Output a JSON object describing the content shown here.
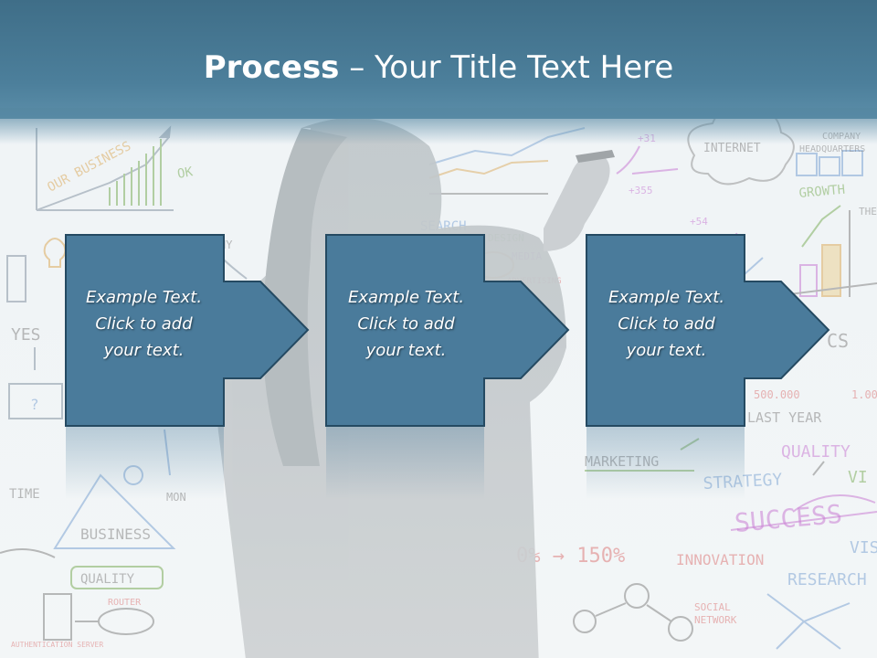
{
  "slide": {
    "title_bold": "Process",
    "title_rest": " – Your Title Text Here"
  },
  "steps": [
    {
      "line1": "Example Text.",
      "line2": "Click  to add",
      "line3": "your text."
    },
    {
      "line1": "Example Text.",
      "line2": "Click  to add",
      "line3": "your text."
    },
    {
      "line1": "Example Text.",
      "line2": "Click  to add",
      "line3": "your text."
    }
  ],
  "whiteboard": {
    "words": [
      "OUR BUSINESS",
      "OK",
      "INTERNET",
      "COMPANY HEADQUARTERS",
      "GROWTH",
      "+31",
      "+355",
      "+54",
      "SEARCH",
      "DESIGN",
      "MEDIA",
      "ADVERTISING",
      "YES",
      "?",
      "TIME",
      "BUSINESS",
      "QUALITY",
      "ROUTER",
      "AUTHENTICATION SERVER",
      "MARKETING",
      "STRATEGY",
      "VISION",
      "SUCCESS",
      "QUALITY",
      "INNOVATION",
      "RESEARCH",
      "SOCIAL NETWORK",
      "LAST YEAR",
      "500.000",
      "CS",
      "0% → 150%",
      "MONEY",
      "VIS",
      "THE"
    ]
  },
  "colors": {
    "header": "#4a7b97",
    "box_fill": "#4a7b9b",
    "box_stroke": "#274e66"
  }
}
